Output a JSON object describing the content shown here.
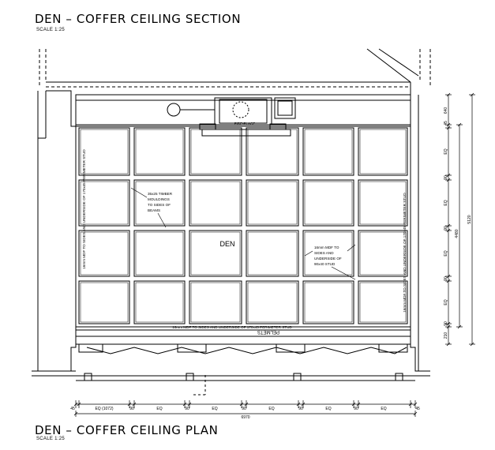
{
  "section_title": "DEN – COFFER CEILING SECTION",
  "section_scale": "SCALE 1:25",
  "plan_title": "DEN – COFFER CEILING PLAN",
  "plan_scale": "SCALE 1:25",
  "room_label": "DEN",
  "fireplace_label": "FIRE-PLACE",
  "pelmets_label": "PELMETS",
  "note_mouldings": [
    "35x25 TIMBER",
    "MOULDINGS",
    "TO SIDES OF",
    "BEAMS"
  ],
  "note_mdf_stud": [
    "16mm MDF TO",
    "SIDES AND",
    "UNDERSIDE OF",
    "90x40 STUD"
  ],
  "note_bottom": "16mm MDF TO SIDES AND UNDERSIDE OF 170x45 PERIMETER STUD",
  "note_left": "16mm MDF TO SIDES AND UNDERSIDE OF 170x45 PERIMETER STUD",
  "note_right": "16mm MDF TO SIDES AND UNDERSIDE OF 170x45 PERIMETER STUD",
  "dims_bottom": [
    "45",
    "EQ (1072)",
    "90",
    "EQ",
    "90",
    "EQ",
    "90",
    "EQ",
    "90",
    "EQ",
    "90",
    "EQ",
    "45"
  ],
  "dim_bottom_total": "6970",
  "dims_right": [
    "640",
    "45",
    "EQ",
    "90",
    "EQ",
    "90",
    "EQ",
    "90",
    "EQ",
    "90",
    "210"
  ],
  "dim_right_middle": "4480",
  "dim_right_total": "5120"
}
